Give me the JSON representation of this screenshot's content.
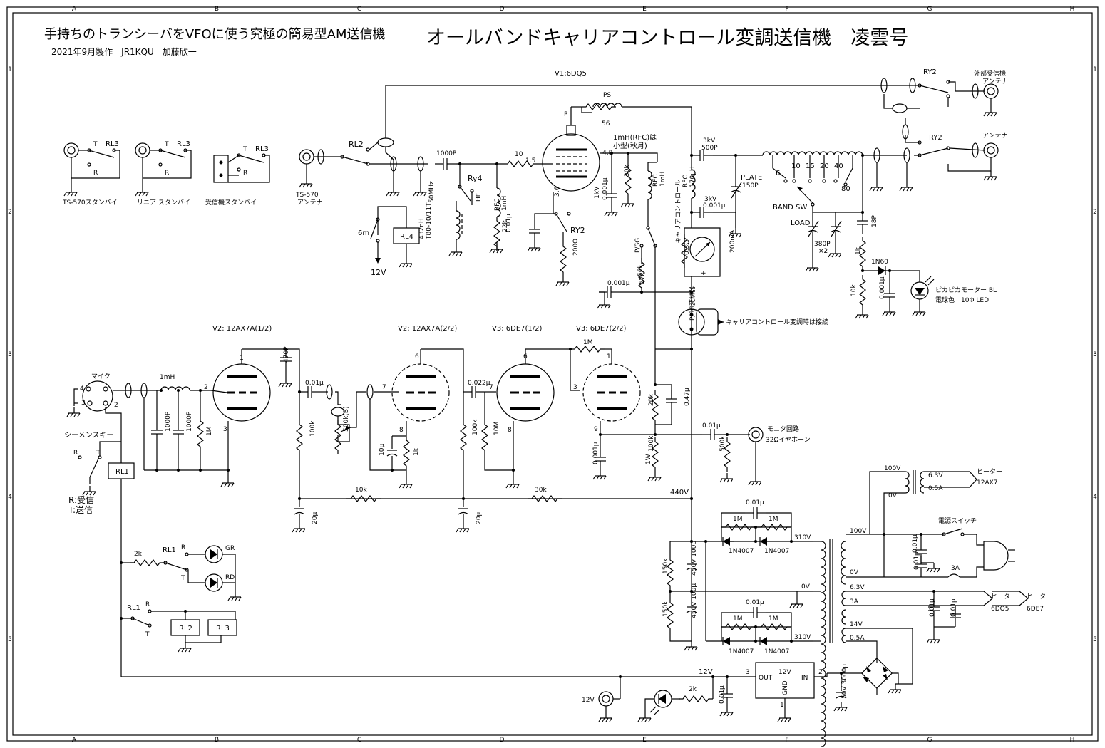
{
  "title": {
    "subtitle": "手持ちのトランシーバをVFOに使う究極の簡易型AM送信機",
    "made": "2021年9月製作　JR1KQU　加藤欣一",
    "main": "オールバンドキャリアコントロール変調送信機　凌雲号"
  },
  "border": {
    "cols": [
      "A",
      "B",
      "C",
      "D",
      "E",
      "F",
      "G",
      "H"
    ],
    "rows": [
      "1",
      "2",
      "3",
      "4",
      "5"
    ]
  },
  "tubes": {
    "v1": "V1:6DQ5",
    "v2a": "V2: 12AX7A(1/2)",
    "v2b": "V2: 12AX7A(2/2)",
    "v3a": "V3: 6DE7(1/2)",
    "v3b": "V3: 6DE7(2/2)"
  },
  "relay_section": {
    "t": "T",
    "r": "R",
    "rl3": "RL3",
    "label1": "TS-570スタンバイ",
    "label2": "リニア スタンバイ",
    "label3": "受信機スタンバイ"
  },
  "rf": {
    "ts570": "TS-570",
    "antenna": "アンテナ",
    "rl2": "RL2",
    "c1000p": "1000P",
    "r10": "10",
    "ry4": "Ry4",
    "f50": "50MHz",
    "hf": "HF",
    "coil1": "432nH",
    "coil2": "T80-10/11T",
    "rfc": "RFC",
    "mh1": "1mH",
    "r22k": "22k",
    "m6": "6m",
    "rl4": "RL4",
    "v12": "12V",
    "pin15": "1.5",
    "pin36": "3.6",
    "pin48": "4.8",
    "pinp": "P",
    "c001": "0.01μ",
    "ry2": "RY2",
    "r200": "200Ω",
    "ps": "PS",
    "r56": "56",
    "note1": "1mH(RFC)は",
    "note2": "小型(秋月)",
    "kv1": "1kV",
    "c001b": "0.001μ",
    "r30k": "30k",
    "cc": "キャリアコントロール",
    "psg": "P/SG",
    "r56k": "56k",
    "w5": "5W",
    "rfc170": "RFC",
    "uh170": "170μH",
    "kv3": "3kV",
    "p500": "500P",
    "c001c": "0.001μ",
    "plate": "PLATE",
    "p150": "150P",
    "r03": "0.3Ω",
    "ma200": "200mA",
    "plus": "+",
    "b6": "6",
    "b10": "10",
    "b15": "15",
    "b20": "20",
    "b40": "40",
    "b80": "80",
    "bandsw": "BAND SW",
    "load": "LOAD",
    "p380": "380P",
    "x2": "×2",
    "p18": "18P",
    "r1k": "1k",
    "d1n60": "1N60",
    "r10k": "10k",
    "c001d": "0.001μ",
    "led1": "ピカピカモーター BL",
    "led2": "電球色　10Φ LED",
    "rxant": "外部受信機",
    "rxant2": "アンテナ",
    "ant": "アンテナ",
    "trans": "P/SG変調器",
    "trans_note": "キャリアコントロール変調時は接続"
  },
  "audio": {
    "mic": "マイク",
    "p4": "4",
    "p3": "3",
    "p2": "2",
    "mh": "1mH",
    "c1000p": "1000P",
    "r1m": "1M",
    "pin2": "2",
    "pin1": "1",
    "pin3": "3",
    "c470": "470P",
    "c001": "0.01μ",
    "r100k": "100k",
    "vr": "500k(B)",
    "pin7": "7",
    "pin6": "6",
    "pin8": "8",
    "c10u": "10μ",
    "r1k": "1k",
    "c022": "0.022μ",
    "r10m": "10M",
    "r100kb": "100k",
    "r1mb": "1M",
    "pin9": "9",
    "r20k": "20k",
    "c047": "0.47μ",
    "c001b": "0.01μ",
    "monitor": "モニタ回路",
    "earphone": "32Ωイヤホーン",
    "r500k": "500k",
    "c001c": "0.001μ",
    "r100kw": "100k",
    "w1": "1W",
    "r10kb": "10k",
    "r30k": "30k",
    "c20u": "20μ",
    "v440": "440V"
  },
  "key": {
    "siemens": "シーメンスキー",
    "r": "R",
    "t": "T",
    "rl1": "RL1",
    "rx": "R:受信",
    "tx": "T:送信",
    "r2k": "2k",
    "gr": "GR",
    "rd": "RD",
    "rl2": "RL2",
    "rl3": "RL3"
  },
  "power": {
    "c001": "0.01μ",
    "r1m": "1M",
    "d": "1N4007",
    "v310": "310V",
    "r150k": "150k",
    "c100": "450V 100μ",
    "v0": "0V",
    "v100": "100V",
    "v63": "6.3V",
    "a05": "0.5A",
    "heater": "ヒーター",
    "h12": "12AX7",
    "pwsw": "電源スイッチ",
    "a3": "3A",
    "h6dq5": "6DQ5",
    "h6de7": "6DE7",
    "v14": "14V",
    "v12": "12V",
    "out": "OUT",
    "in": "IN",
    "gnd": "GND",
    "p3": "3",
    "p2": "2",
    "p1": "1",
    "r2k": "2k",
    "c3000": "50V 3000μ"
  }
}
